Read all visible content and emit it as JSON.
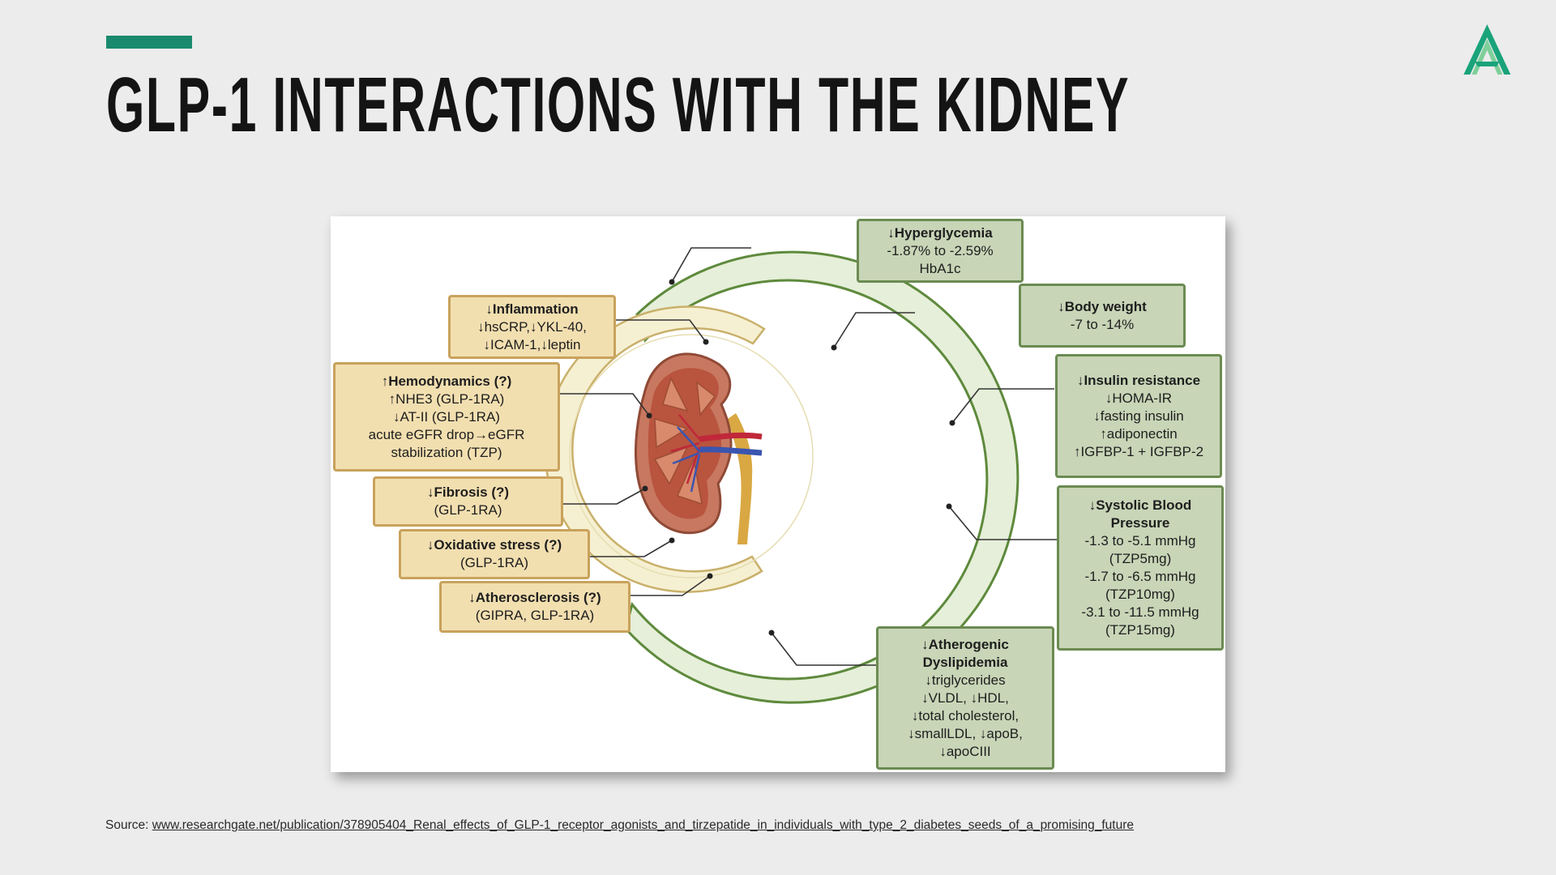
{
  "slide": {
    "title": "GLP-1 INTERACTIONS WITH THE KIDNEY",
    "source_label": "Source:",
    "source_link": "www.researchgate.net/publication/378905404_Renal_effects_of_GLP-1_receptor_agonists_and_tirzepatide_in_individuals_with_type_2_diabetes_seeds_of_a_promising_future"
  },
  "colors": {
    "accent": "#1a8a6e",
    "tan_fill": "#f2dfb0",
    "tan_border": "#c9a25c",
    "green_fill": "#c8d5b7",
    "green_border": "#6b8b52"
  },
  "diagram": {
    "inner_boxes": [
      {
        "head": "↓Inflammation",
        "lines": [
          "↓hsCRP,↓YKL-40,",
          "↓ICAM-1,↓leptin"
        ]
      },
      {
        "head": "↑Hemodynamics (?)",
        "lines": [
          "↑NHE3 (GLP-1RA)",
          "↓AT-II (GLP-1RA)",
          "acute eGFR drop→eGFR",
          "stabilization (TZP)"
        ]
      },
      {
        "head": "↓Fibrosis (?)",
        "lines": [
          "(GLP-1RA)"
        ]
      },
      {
        "head": "↓Oxidative stress (?)",
        "lines": [
          "(GLP-1RA)"
        ]
      },
      {
        "head": "↓Atherosclerosis (?)",
        "lines": [
          "(GIPRA, GLP-1RA)"
        ]
      }
    ],
    "outer_boxes": [
      {
        "head": "↓Hyperglycemia",
        "lines": [
          "-1.87% to -2.59%",
          "HbA1c"
        ]
      },
      {
        "head": "↓Body weight",
        "lines": [
          "-7 to -14%"
        ]
      },
      {
        "head": "↓Insulin resistance",
        "lines": [
          "↓HOMA-IR",
          "↓fasting insulin",
          "↑adiponectin",
          "↑IGFBP-1 + IGFBP-2"
        ]
      },
      {
        "head": "↓Systolic Blood Pressure",
        "lines": [
          "-1.3 to -5.1 mmHg",
          "(TZP5mg)",
          "-1.7 to -6.5 mmHg",
          "(TZP10mg)",
          "-3.1 to -11.5 mmHg",
          "(TZP15mg)"
        ]
      },
      {
        "head": "↓Atherogenic Dyslipidemia",
        "lines": [
          "↓triglycerides",
          "↓VLDL, ↓HDL,",
          "↓total cholesterol,",
          "↓smallLDL, ↓apoB,",
          "↓apoCIII"
        ]
      }
    ]
  }
}
